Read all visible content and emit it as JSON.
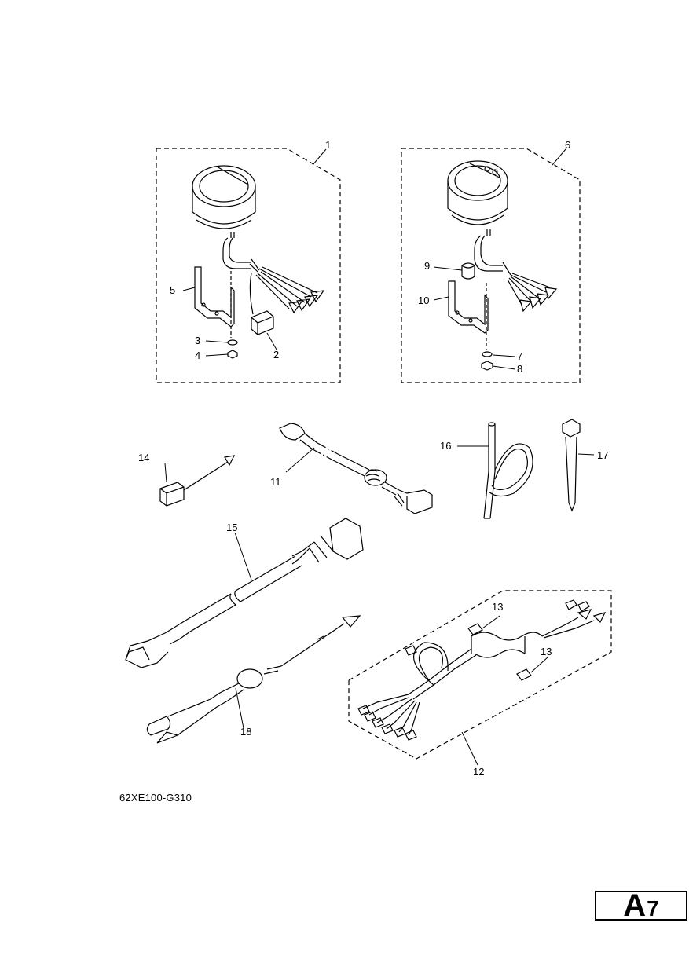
{
  "callouts": [
    {
      "id": "1",
      "text": "1"
    },
    {
      "id": "2",
      "text": "2"
    },
    {
      "id": "3",
      "text": "3"
    },
    {
      "id": "4",
      "text": "4"
    },
    {
      "id": "5",
      "text": "5"
    },
    {
      "id": "6",
      "text": "6"
    },
    {
      "id": "7",
      "text": "7"
    },
    {
      "id": "8",
      "text": "8"
    },
    {
      "id": "9",
      "text": "9"
    },
    {
      "id": "10",
      "text": "10"
    },
    {
      "id": "11",
      "text": "11"
    },
    {
      "id": "12",
      "text": "12"
    },
    {
      "id": "13a",
      "text": "13"
    },
    {
      "id": "13b",
      "text": "13"
    },
    {
      "id": "14",
      "text": "14"
    },
    {
      "id": "15",
      "text": "15"
    },
    {
      "id": "16",
      "text": "16"
    },
    {
      "id": "17",
      "text": "17"
    },
    {
      "id": "18",
      "text": "18"
    }
  ],
  "figure_code": "62XE100-G310",
  "page": {
    "section": "A",
    "number": "7"
  }
}
